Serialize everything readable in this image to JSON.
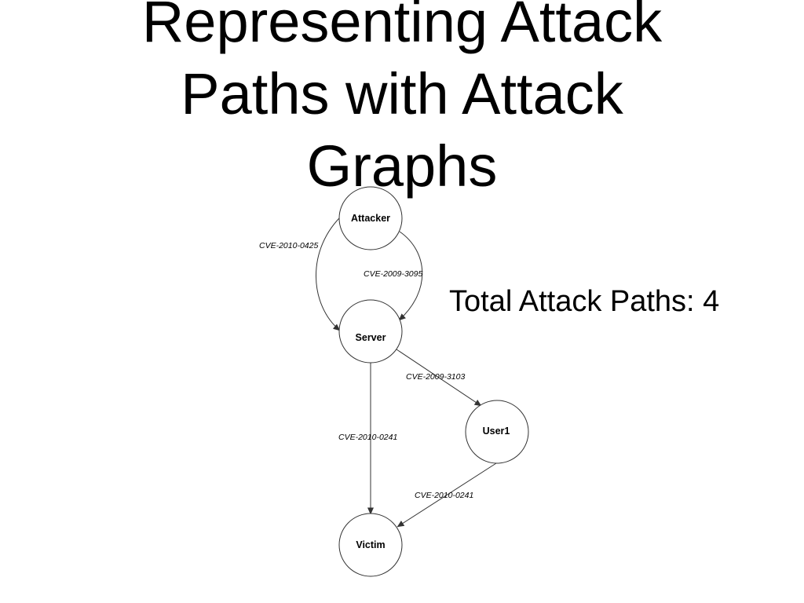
{
  "slide": {
    "title": "Representing Attack Paths with Attack Graphs",
    "summary": "Total Attack Paths: 4"
  },
  "graph": {
    "nodes": [
      {
        "id": "attacker",
        "label": "Attacker"
      },
      {
        "id": "server",
        "label": "Server"
      },
      {
        "id": "user1",
        "label": "User1"
      },
      {
        "id": "victim",
        "label": "Victim"
      }
    ],
    "edges": [
      {
        "id": "e1",
        "from": "attacker",
        "to": "server",
        "label": "CVE-2010-0425"
      },
      {
        "id": "e2",
        "from": "attacker",
        "to": "server",
        "label": "CVE-2009-3095"
      },
      {
        "id": "e3",
        "from": "server",
        "to": "user1",
        "label": "CVE-2009-3103"
      },
      {
        "id": "e4",
        "from": "server",
        "to": "victim",
        "label": "CVE-2010-0241"
      },
      {
        "id": "e5",
        "from": "user1",
        "to": "victim",
        "label": "CVE-2010-0241"
      }
    ]
  },
  "colors": {
    "stroke": "#333333",
    "text": "#000000",
    "background": "#ffffff"
  }
}
